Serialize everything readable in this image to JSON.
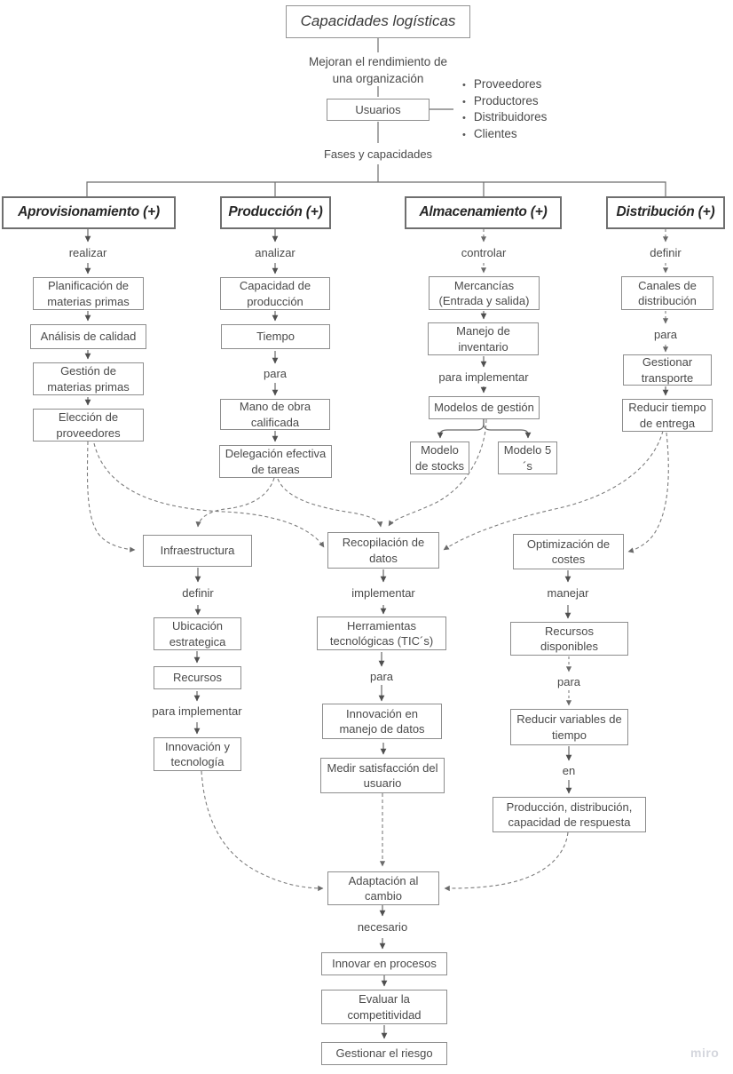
{
  "colors": {
    "background": "#ffffff",
    "solid_line": "#686868",
    "dashed_line": "#7d7d7d",
    "box_border": "#8d8d8d",
    "header_border": "#6f6f6f",
    "text": "#4a4a4a",
    "watermark": "#d4d6dd"
  },
  "texts": {
    "intro": "Mejoran el rendimiento de una organización",
    "fases": "Fases y capacidades",
    "watermark": "miro",
    "users": [
      "Proveedores",
      "Productores",
      "Distribuidores",
      "Clientes"
    ]
  },
  "labels": {
    "realizar": "realizar",
    "analizar": "analizar",
    "controlar": "controlar",
    "definir_dist": "definir",
    "para_prod": "para",
    "para_impl_alm": "para implementar",
    "para_dist": "para",
    "definir_infra": "definir",
    "implementar": "implementar",
    "manejar": "manejar",
    "para_impl_rec": "para implementar",
    "para_tic": "para",
    "para_rec": "para",
    "en": "en",
    "necesario": "necesario"
  },
  "nodes": {
    "title": "Capacidades logísticas",
    "usuarios": "Usuarios",
    "h_aprovisionamiento": "Aprovisionamiento (+)",
    "h_produccion": "Producción (+)",
    "h_almacenamiento": "Almacenamiento (+)",
    "h_distribucion": "Distribución (+)",
    "planificacion": "Planificación de materias primas",
    "analisis_calidad": "Análisis de calidad",
    "gestion_mp": "Gestión de materias primas",
    "eleccion_prov": "Elección de proveedores",
    "capacidad_prod": "Capacidad de producción",
    "tiempo": "Tiempo",
    "mano_obra": "Mano de obra calificada",
    "delegacion": "Delegación efectiva de tareas",
    "mercancias": "Mercancías (Entrada y salida)",
    "manejo_inventario": "Manejo de inventario",
    "modelos_gestion": "Modelos de gestión",
    "modelo_stocks": "Modelo de stocks",
    "modelo_5s": "Modelo 5´s",
    "canales": "Canales de distribución",
    "gestionar_transporte": "Gestionar transporte",
    "reducir_tiempo": "Reducir tiempo de entrega",
    "infraestructura": "Infraestructura",
    "recopilacion": "Recopilación de datos",
    "optimizacion": "Optimización de costes",
    "ubicacion": "Ubicación estrategica",
    "recursos": "Recursos",
    "innovacion_tec": "Innovación y tecnología",
    "herramientas": "Herramientas tecnológicas (TIC´s)",
    "innovacion_datos": "Innovación en manejo de datos",
    "medir_satisfaccion": "Medir satisfacción del usuario",
    "recursos_disp": "Recursos disponibles",
    "reducir_variables": "Reducir variables de tiempo",
    "produccion_dist": "Producción, distribución, capacidad de respuesta",
    "adaptacion": "Adaptación al cambio",
    "innovar_procesos": "Innovar en procesos",
    "evaluar_comp": "Evaluar la competitividad",
    "gestionar_riesgo": "Gestionar el riesgo"
  }
}
